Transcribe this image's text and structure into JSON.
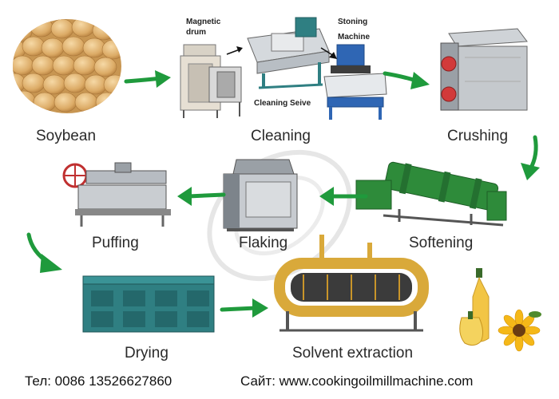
{
  "stages": {
    "soybean": "Soybean",
    "cleaning": "Cleaning",
    "crushing": "Crushing",
    "puffing": "Puffing",
    "flaking": "Flaking",
    "softening": "Softening",
    "drying": "Drying",
    "solvent_extraction": "Solvent extraction"
  },
  "equipment_labels": {
    "magnetic_drum_line1": "Magnetic",
    "magnetic_drum_line2": "drum",
    "stoning_machine_line1": "Stoning",
    "stoning_machine_line2": "Machine",
    "cleaning_sieve": "Cleaning Seive"
  },
  "footer": {
    "phone": "Тел: 0086 13526627860",
    "website": "Сайт: www.cookingoilmillmachine.com"
  },
  "colors": {
    "arrow": "#1f9a3c",
    "machine_grey": "#b9bfc6",
    "machine_blue": "#2f66b4",
    "machine_green": "#2e8b3a",
    "machine_teal": "#2f7f82",
    "machine_yellow": "#d9a93a",
    "soybean": "#e0b06c"
  }
}
